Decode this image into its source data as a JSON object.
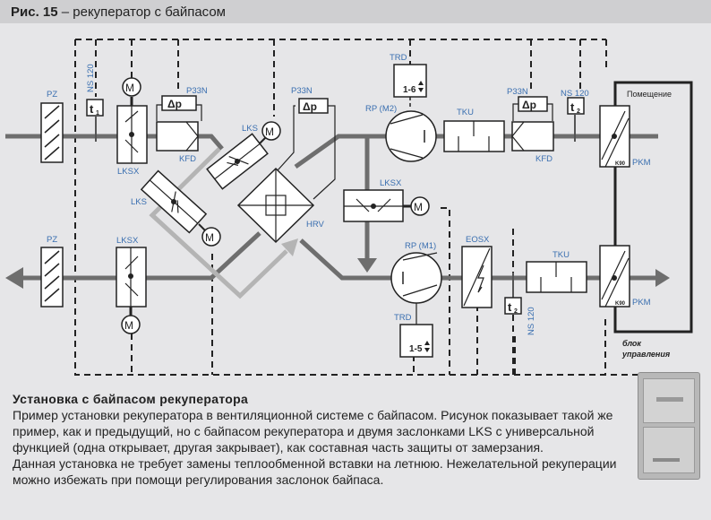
{
  "header": {
    "fig_label": "Рис. 15",
    "fig_title": " – рекуператор с байпасом"
  },
  "diagram": {
    "labels": {
      "pz_top": "PZ",
      "pz_bottom": "PZ",
      "ns120_top_left": "NS 120",
      "ns120_top_right": "NS 120",
      "ns120_bottom": "NS 120",
      "t1": "t",
      "t1_sub": "1",
      "t2_top": "t",
      "t2_top_sub": "2",
      "t2_bot": "t",
      "t2_bot_sub": "2",
      "motor": "M",
      "p33n_left": "P33N",
      "p33n_mid": "P33N",
      "p33n_right": "P33N",
      "dp": "Δp",
      "lksx_top": "LKSX",
      "lksx_mid": "LKSX",
      "lksx_bottom": "LKSX",
      "kfd_left": "KFD",
      "kfd_right": "KFD",
      "lks_upper": "LKS",
      "lks_lower": "LKS",
      "hrv": "HRV",
      "trd_top": "TRD",
      "trd_top_value": "1-6",
      "trd_bottom": "TRD",
      "trd_bottom_value": "1-5",
      "rp_m2": "RP (M2)",
      "rp_m1": "RP (M1)",
      "tku_top": "TKU",
      "tku_bottom": "TKU",
      "eosx": "EOSX",
      "pkm_top": "PKM",
      "pkm_bottom": "PKM",
      "pkm_tag": "K90",
      "room": "Помещение",
      "control_unit_line1": "блок",
      "control_unit_line2": "управления"
    }
  },
  "description": {
    "heading": "Установка с байпасом рекуператора",
    "paragraph1": "Пример установки рекуператора в вентиляционной системе с байпасом. Рисунок показывает такой же пример, как и предыдущий, но с байпасом рекуператора и двумя заслонками LKS с универсальной функцией (одна открывает, другая закрывает), как составная часть защиты от замерзания.",
    "paragraph2": "Данная установка не требует замены теплообменной вставки на летнюю. Нежелательной рекуперации можно избежать при помощи регулирования заслонок байпаса."
  },
  "colors": {
    "duct": "#6e6e6e",
    "bypass": "#b4b4b4",
    "label_blue": "#3a6fb0",
    "background": "#e6e6e8"
  }
}
